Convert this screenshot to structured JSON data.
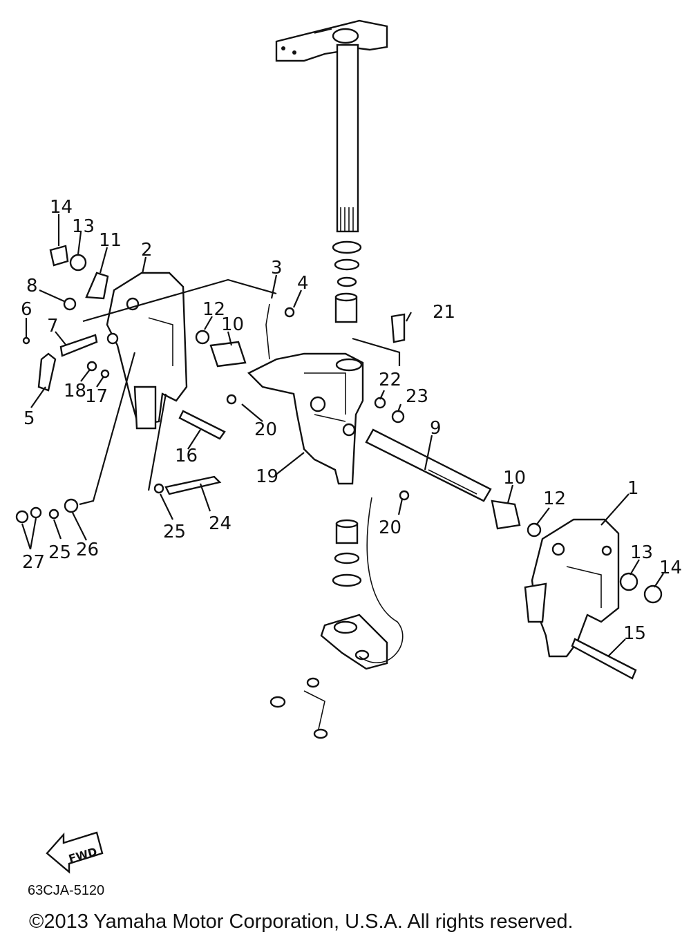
{
  "diagram": {
    "code": "63CJA-5120",
    "copyright": "©2013 Yamaha Motor Corporation, U.S.A. All rights reserved.",
    "fwd_label": "FWD",
    "callouts": {
      "c1": "1",
      "c2": "2",
      "c3": "3",
      "c4": "4",
      "c5": "5",
      "c6": "6",
      "c7": "7",
      "c8": "8",
      "c9": "9",
      "c10a": "10",
      "c10b": "10",
      "c11": "11",
      "c12a": "12",
      "c12b": "12",
      "c13a": "13",
      "c13b": "13",
      "c14a": "14",
      "c14b": "14",
      "c15": "15",
      "c16": "16",
      "c17": "17",
      "c18": "18",
      "c19": "19",
      "c20a": "20",
      "c20b": "20",
      "c21": "21",
      "c22": "22",
      "c23": "23",
      "c24": "24",
      "c25a": "25",
      "c25b": "25",
      "c26": "26",
      "c27": "27"
    }
  }
}
